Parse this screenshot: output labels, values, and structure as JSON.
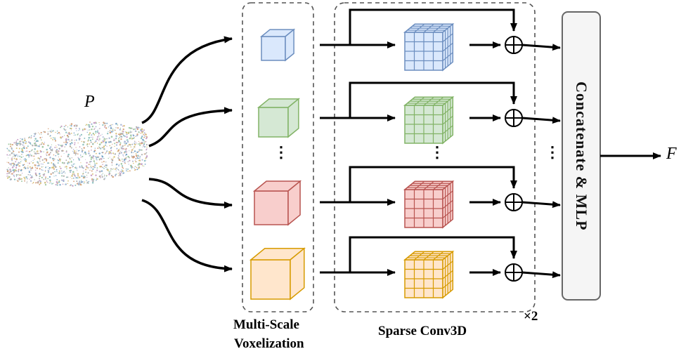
{
  "labels": {
    "input": "P",
    "output": "F",
    "voxelization_line1": "Multi-Scale",
    "voxelization_line2": "Voxelization",
    "sparse_conv": "Sparse Conv3D",
    "repeat": "×2",
    "concat_mlp": "Concatenate & MLP",
    "ellipsis": "⋮"
  },
  "scales": [
    {
      "name": "scale-1-blue",
      "fill": "#dae8fc",
      "stroke": "#6c8ebf"
    },
    {
      "name": "scale-2-green",
      "fill": "#d5e8d4",
      "stroke": "#82b366"
    },
    {
      "name": "scale-3-red",
      "fill": "#f8cecc",
      "stroke": "#b85450"
    },
    {
      "name": "scale-4-orange",
      "fill": "#ffe6cc",
      "stroke": "#d79b00"
    }
  ],
  "colors": {
    "concat_fill": "#f5f5f5",
    "concat_stroke": "#666666",
    "dashed_stroke": "#555555"
  }
}
